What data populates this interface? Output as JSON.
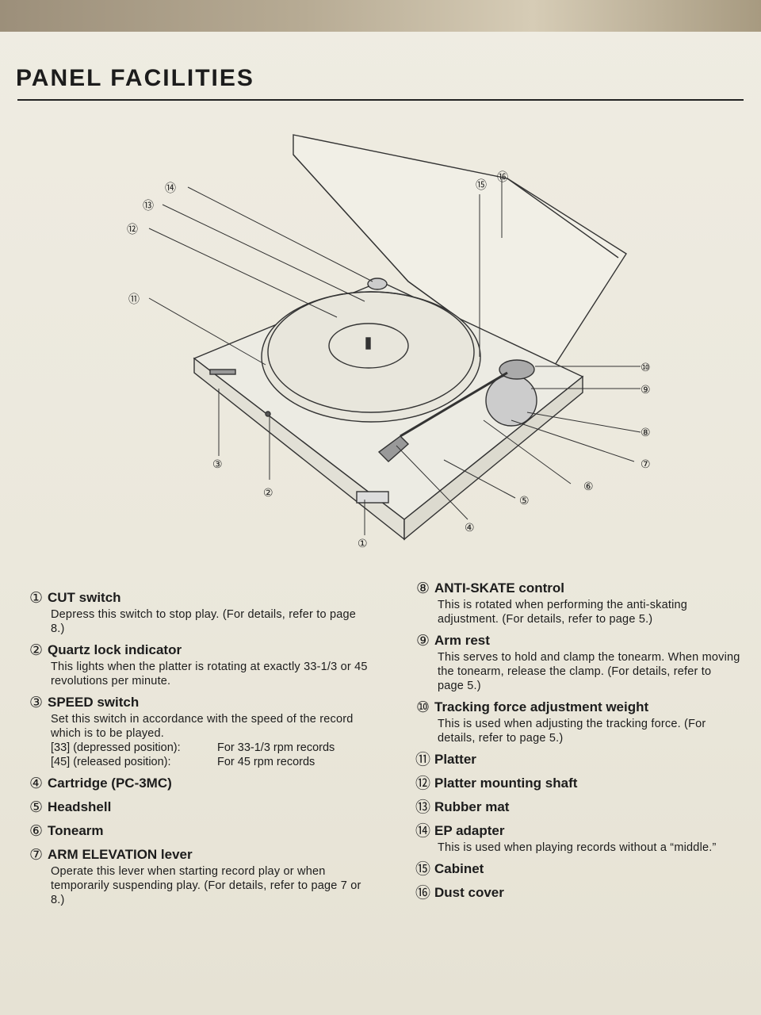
{
  "page": {
    "title": "PANEL FACILITIES"
  },
  "diagram": {
    "callouts": [
      "①",
      "②",
      "③",
      "④",
      "⑤",
      "⑥",
      "⑦",
      "⑧",
      "⑨",
      "⑩",
      "⑪",
      "⑫",
      "⑬",
      "⑭",
      "⑮",
      "⑯"
    ]
  },
  "items_left": [
    {
      "num": "①",
      "title": "CUT switch",
      "desc": "Depress this switch to stop play. (For details, refer to page 8.)"
    },
    {
      "num": "②",
      "title": "Quartz lock indicator",
      "desc": "This lights when the platter is rotating at exactly 33-1/3 or 45 revolutions per minute."
    },
    {
      "num": "③",
      "title": "SPEED switch",
      "desc": "Set this switch in accordance with the speed of the record which is to be played."
    },
    {
      "num": "④",
      "title": "Cartridge (PC-3MC)",
      "desc": ""
    },
    {
      "num": "⑤",
      "title": "Headshell",
      "desc": ""
    },
    {
      "num": "⑥",
      "title": "Tonearm",
      "desc": ""
    },
    {
      "num": "⑦",
      "title": "ARM ELEVATION lever",
      "desc": "Operate this lever when starting record play or when temporarily suspending play. (For details, refer to page 7 or 8.)"
    }
  ],
  "speed_table": [
    {
      "key": "[33] (depressed position):",
      "value": "For 33-1/3 rpm records"
    },
    {
      "key": "[45] (released position):",
      "value": "For 45 rpm records"
    }
  ],
  "items_right": [
    {
      "num": "⑧",
      "title": "ANTI-SKATE control",
      "desc": "This is rotated when performing the anti-skating adjustment. (For details, refer to page 5.)"
    },
    {
      "num": "⑨",
      "title": "Arm rest",
      "desc": "This serves to hold and clamp the tonearm. When moving the tonearm, release the clamp. (For details, refer to page 5.)"
    },
    {
      "num": "⑩",
      "title": "Tracking force adjustment weight",
      "desc": "This is used when adjusting the tracking force. (For details, refer to page 5.)"
    },
    {
      "num": "⑪",
      "title": "Platter",
      "desc": ""
    },
    {
      "num": "⑫",
      "title": "Platter mounting shaft",
      "desc": ""
    },
    {
      "num": "⑬",
      "title": "Rubber mat",
      "desc": ""
    },
    {
      "num": "⑭",
      "title": "EP adapter",
      "desc": "This is used when playing records without a “middle.”"
    },
    {
      "num": "⑮",
      "title": "Cabinet",
      "desc": ""
    },
    {
      "num": "⑯",
      "title": "Dust cover",
      "desc": ""
    }
  ]
}
